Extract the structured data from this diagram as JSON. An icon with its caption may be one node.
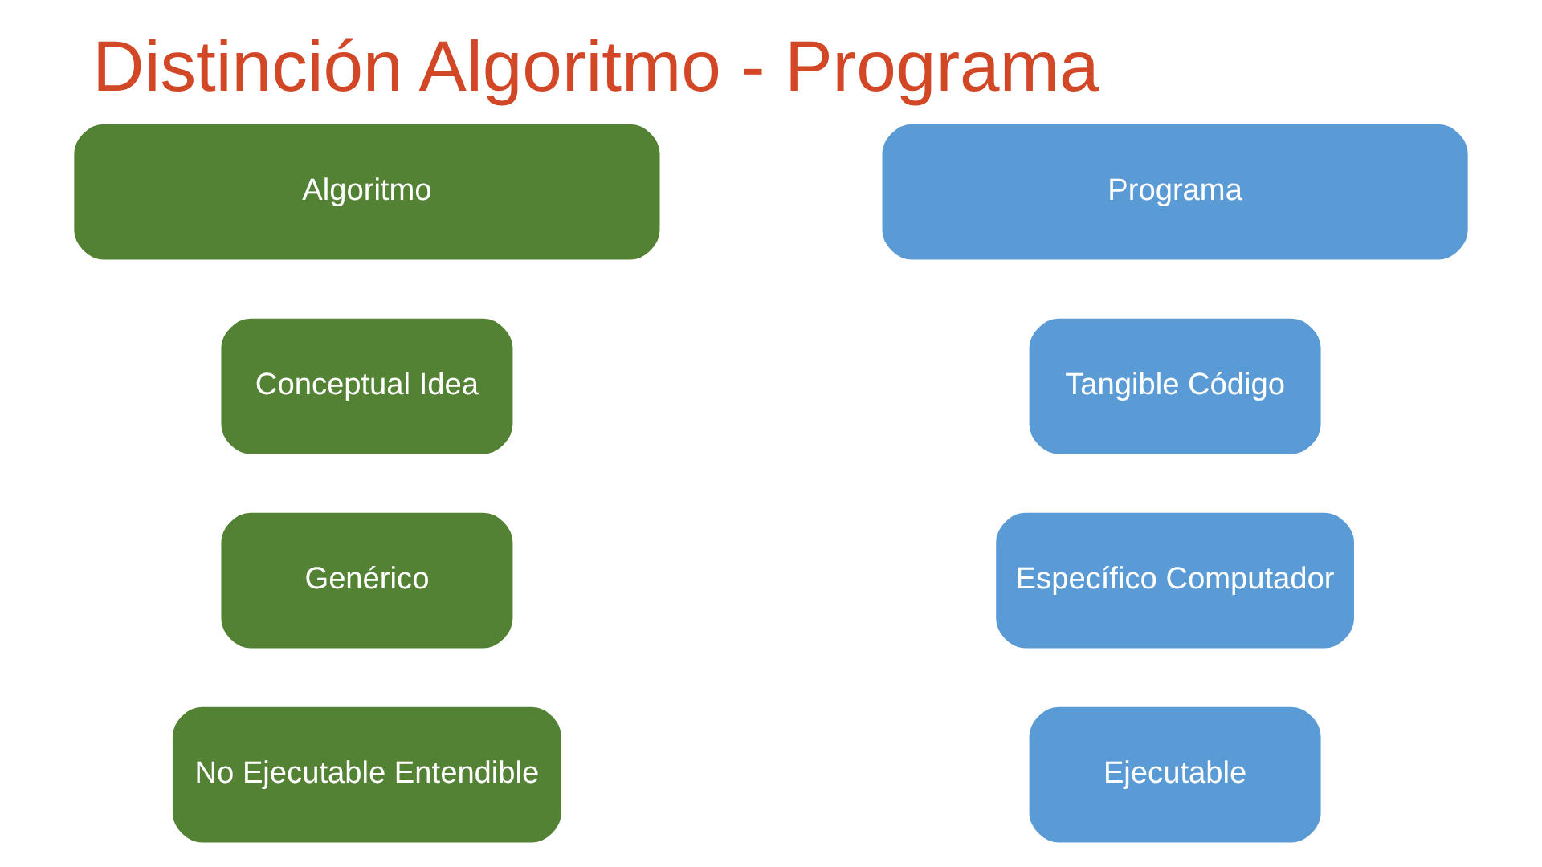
{
  "diagram": {
    "title": "Distinción Algoritmo - Programa",
    "nodes": [
      {
        "text": [
          "Algoritmo"
        ]
      },
      {
        "text": [
          "Programa"
        ]
      },
      {
        "text": [
          "Conceptual Idea"
        ]
      },
      {
        "text": [
          "Tangible Código"
        ]
      },
      {
        "text": [
          "Genérico"
        ]
      },
      {
        "text": [
          "Específico Computador"
        ]
      },
      {
        "text": [
          "No Ejecutable Entendible"
        ]
      },
      {
        "text": [
          "Ejecutable"
        ]
      }
    ],
    "edges": []
  }
}
